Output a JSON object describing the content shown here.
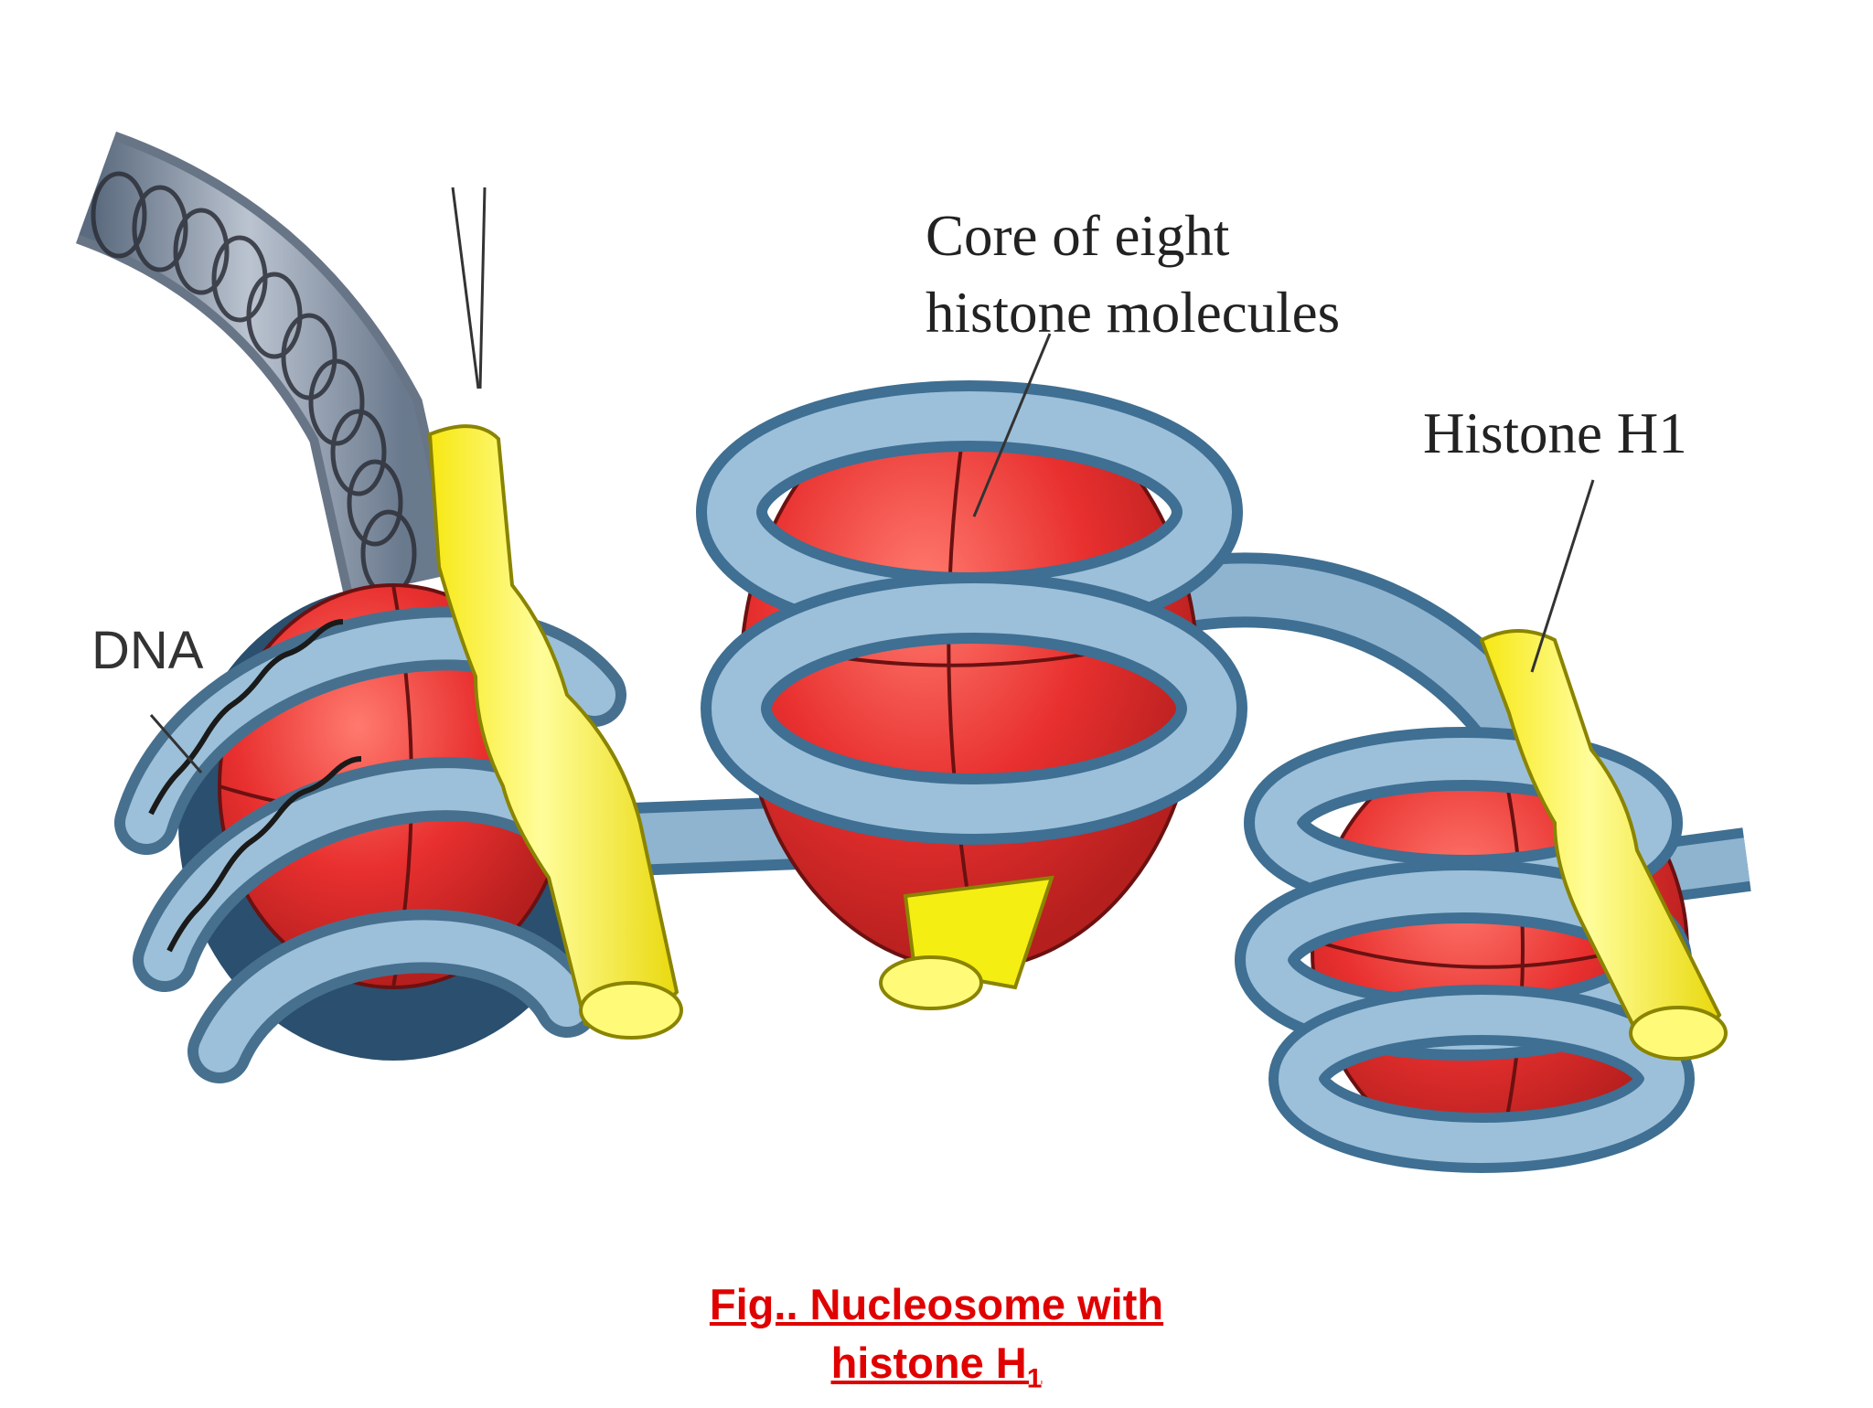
{
  "labels": {
    "core": [
      "Core of eight",
      "histone molecules"
    ],
    "histone_h1": "Histone H1",
    "dna": "DNA"
  },
  "caption": {
    "line1": "Fig.. Nucleosome with",
    "line2": "histone H",
    "line2_subscript": "1"
  },
  "colors": {
    "histone_core": "#e8302f",
    "dna_tube": "#7fa6c6",
    "histone_h1": "#f5f015",
    "caption": "#e00000"
  }
}
